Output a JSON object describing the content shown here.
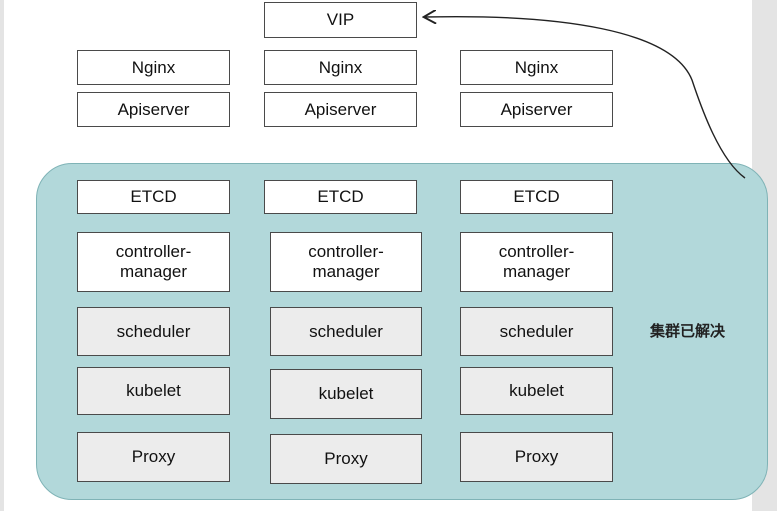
{
  "vip": "VIP",
  "columns": [
    {
      "nginx": "Nginx",
      "apiserver": "Apiserver",
      "etcd": "ETCD",
      "controller": "controller-\nmanager",
      "scheduler": "scheduler",
      "kubelet": "kubelet",
      "proxy": "Proxy"
    },
    {
      "nginx": "Nginx",
      "apiserver": "Apiserver",
      "etcd": "ETCD",
      "controller": "controller-\nmanager",
      "scheduler": "scheduler",
      "kubelet": "kubelet",
      "proxy": "Proxy"
    },
    {
      "nginx": "Nginx",
      "apiserver": "Apiserver",
      "etcd": "ETCD",
      "controller": "controller-\nmanager",
      "scheduler": "scheduler",
      "kubelet": "kubelet",
      "proxy": "Proxy"
    }
  ],
  "note": "集群已解决",
  "colors": {
    "panel": "#b2d8da",
    "box_white": "#ffffff",
    "box_gray": "#ececec",
    "border": "#4a4a4a"
  }
}
